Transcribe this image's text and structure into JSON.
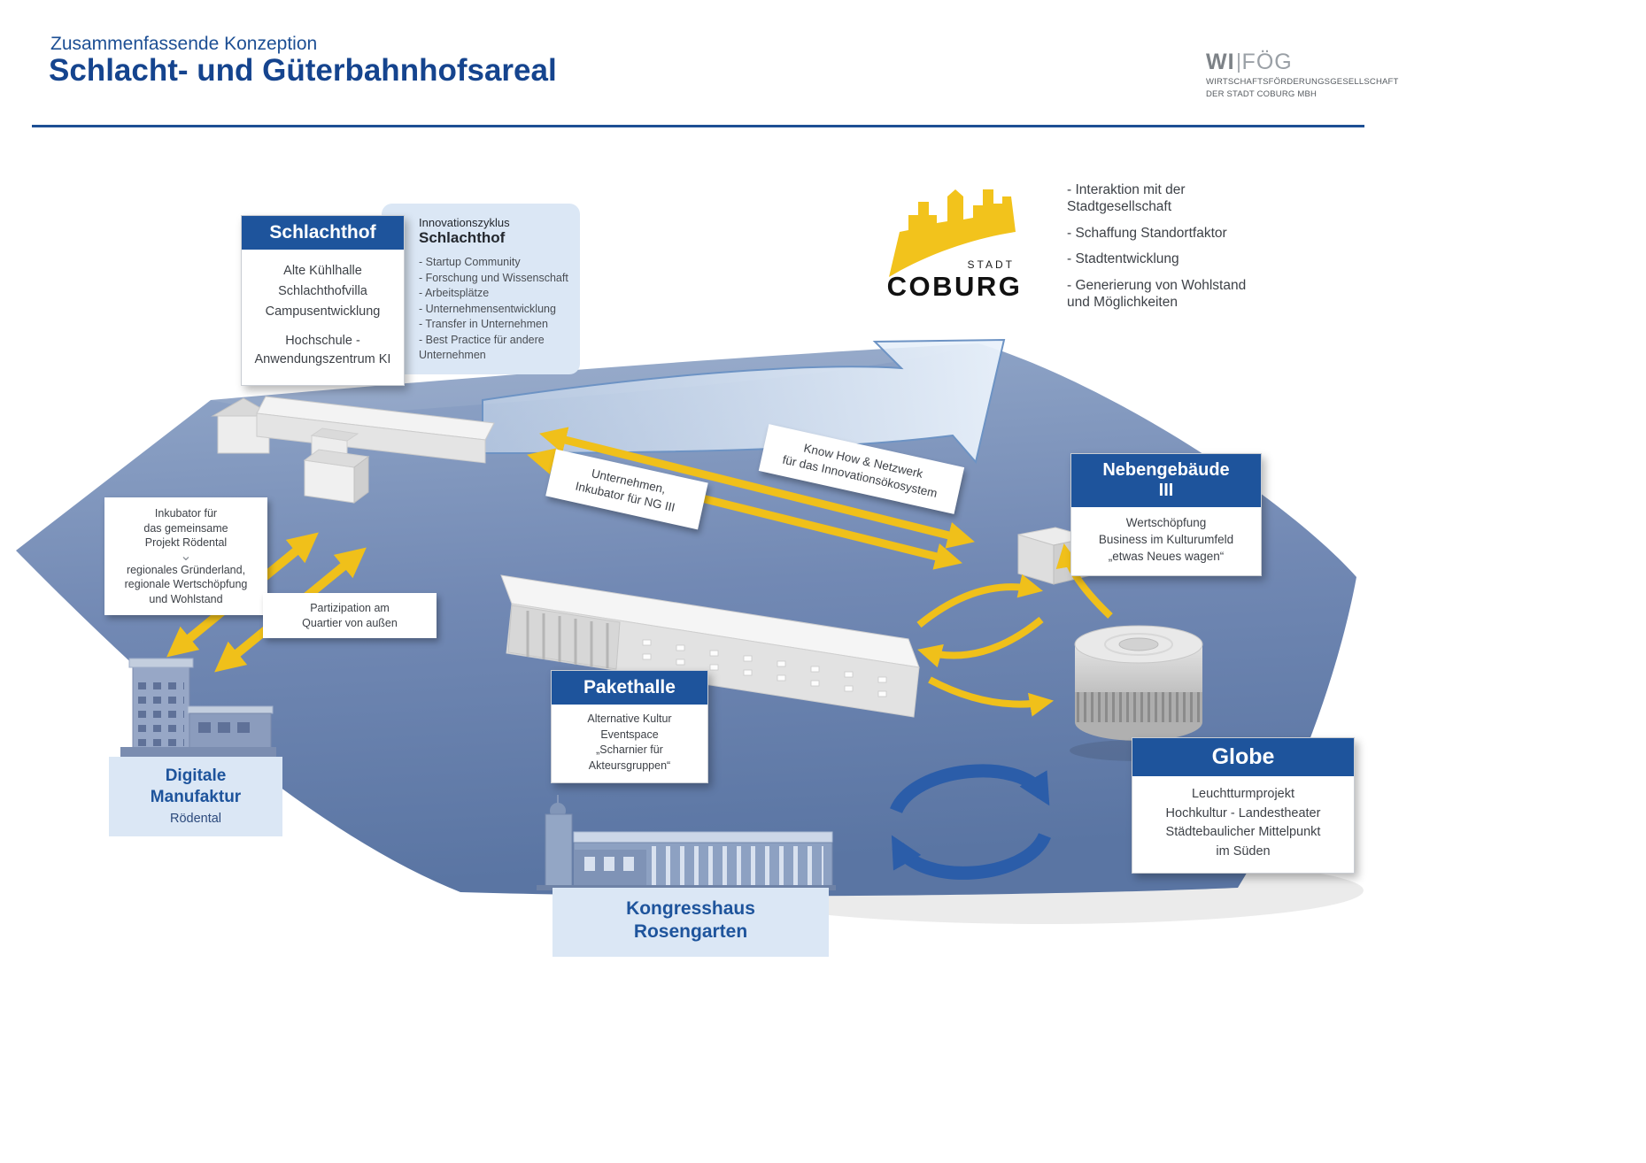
{
  "header": {
    "kicker": "Zusammenfassende Konzeption",
    "title": "Schlacht- und Güterbahnhofsareal"
  },
  "wifoeg": {
    "wi": "WI",
    "foeg": "FÖG",
    "sub1": "WIRTSCHAFTSFÖRDERUNGSGESELLSCHAFT",
    "sub2": "DER STADT COBURG MBH"
  },
  "coburg": {
    "stadt": "STADT",
    "name": "COBURG"
  },
  "benefits": {
    "items": [
      "- Interaktion mit der\n  Stadtgesellschaft",
      "- Schaffung Standortfaktor",
      "- Stadtentwicklung",
      "- Generierung von Wohlstand\n  und Möglichkeiten"
    ]
  },
  "schlachthof": {
    "title": "Schlachthof",
    "items": [
      "Alte Kühlhalle",
      "Schlachthofvilla",
      "Campusentwicklung",
      "Hochschule -\nAnwendungszentrum KI"
    ]
  },
  "innovationszyklus": {
    "kicker": "Innovationszyklus",
    "title": "Schlachthof",
    "items": [
      "- Startup Community",
      "- Forschung und Wissenschaft",
      "- Arbeitsplätze",
      "- Unternehmensentwicklung",
      "- Transfer in Unternehmen",
      "- Best Practice für andere\n  Unternehmen"
    ]
  },
  "nebengebaeude": {
    "title": "Nebengebäude\nIII",
    "items": [
      "Wertschöpfung",
      "Business im Kulturumfeld",
      "„etwas Neues wagen“"
    ]
  },
  "pakethalle": {
    "title": "Pakethalle",
    "items": [
      "Alternative Kultur",
      "Eventspace",
      "„Scharnier für Akteursgruppen“"
    ]
  },
  "globe": {
    "title": "Globe",
    "items": [
      "Leuchtturmprojekt",
      "Hochkultur - Landestheater",
      "Städtebaulicher Mittelpunkt\nim Süden"
    ]
  },
  "digitale_manufaktur": {
    "title": "Digitale\nManufaktur",
    "subtitle": "Rödental"
  },
  "kongresshaus": {
    "title": "Kongresshaus\nRosengarten"
  },
  "notes": {
    "inkubator_top": "Inkubator für\ndas gemeinsame\nProjekt Rödental",
    "inkubator_bottom": "regionales Gründerland,\nregionale Wertschöpfung\nund Wohlstand",
    "partizipation": "Partizipation am\nQuartier von außen",
    "unternehmen": "Unternehmen,\nInkubator für NG III",
    "knowhow": "Know How & Netzwerk\nfür das Innovationsökosystem"
  },
  "icons": {
    "chevron_down": "⌄"
  },
  "colors": {
    "primary_blue": "#1e549c",
    "plane_blue": "#7289b4",
    "accent_yellow": "#f0c01a",
    "cycle_blue": "#2b5da9",
    "panel_light_blue": "#dbe7f5",
    "coburg_yellow": "#f2c31c"
  }
}
